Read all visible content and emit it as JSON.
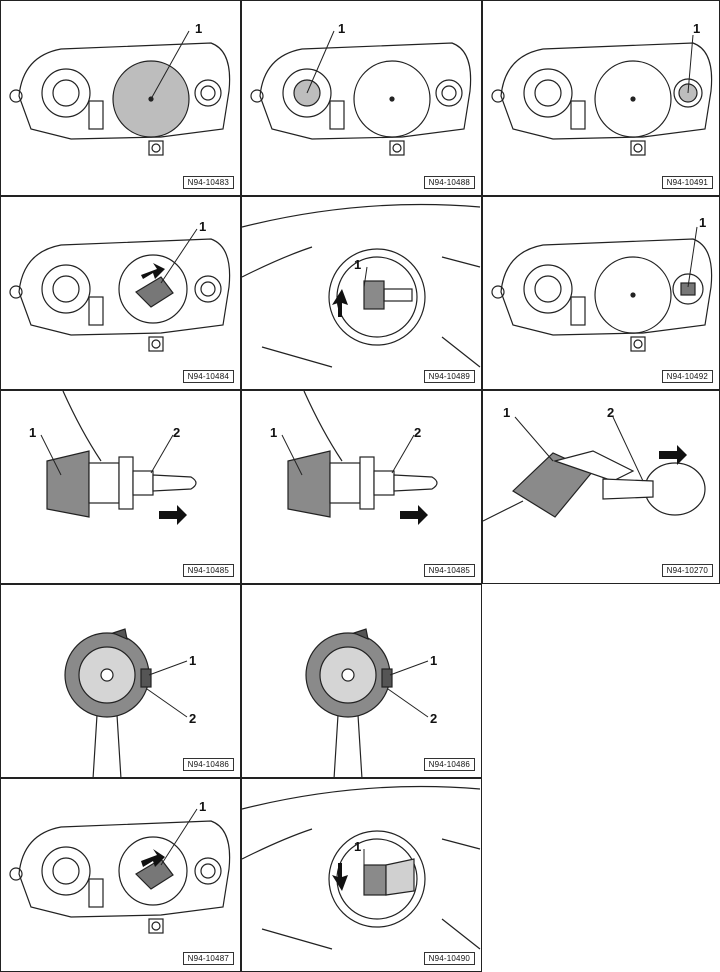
{
  "panels": [
    {
      "ref": "N94-10483",
      "type": "headlamp",
      "callouts": [
        "1"
      ],
      "target": "main-low-beam"
    },
    {
      "ref": "N94-10488",
      "type": "headlamp",
      "callouts": [
        "1"
      ],
      "target": "small-left"
    },
    {
      "ref": "N94-10491",
      "type": "headlamp",
      "callouts": [
        "1"
      ],
      "target": "small-right"
    },
    {
      "ref": "N94-10484",
      "type": "headlamp-open",
      "callouts": [
        "1"
      ],
      "target": "main-open"
    },
    {
      "ref": "N94-10489",
      "type": "closeup",
      "callouts": [
        "1"
      ]
    },
    {
      "ref": "N94-10492",
      "type": "headlamp-open",
      "callouts": [
        "1"
      ],
      "target": "right-open"
    },
    {
      "ref": "N94-10485",
      "type": "bulb-side",
      "callouts": [
        "1",
        "2"
      ]
    },
    {
      "ref": "N94-10485",
      "type": "bulb-side",
      "callouts": [
        "1",
        "2"
      ]
    },
    {
      "ref": "N94-10270",
      "type": "bulb-wedge",
      "callouts": [
        "1",
        "2"
      ]
    },
    {
      "ref": "N94-10486",
      "type": "bulb-cap",
      "callouts": [
        "1",
        "2"
      ]
    },
    {
      "ref": "N94-10486",
      "type": "bulb-cap",
      "callouts": [
        "1",
        "2"
      ]
    },
    {
      "ref": "N94-10487",
      "type": "headlamp-open",
      "callouts": [
        "1"
      ],
      "target": "main-open"
    },
    {
      "ref": "N94-10490",
      "type": "closeup",
      "callouts": [
        "1"
      ]
    }
  ]
}
